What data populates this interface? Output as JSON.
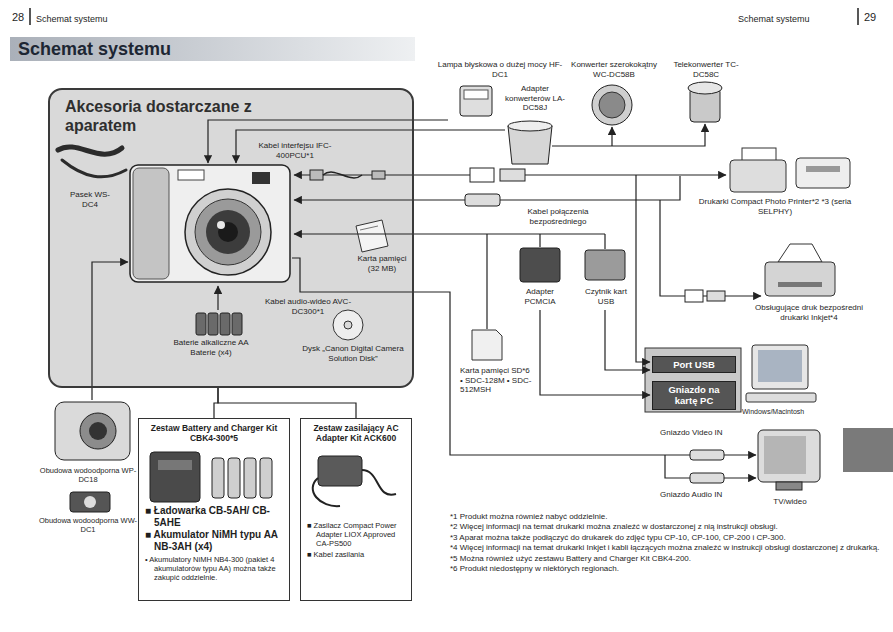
{
  "diagram": {
    "title": "Schemat systemu",
    "nodes": [
      {
        "text": [
          "Akcesoria dostarczane z aparatem"
        ]
      },
      {
        "text": [
          "Zestaw Battery and Charger Kit CBK4-300*5",
          "■ Ładowarka CB-5AH/ CB-5AHE",
          "■ Akumulator NiMH typu AA NB-3AH (x4)",
          "• Akumulatory NiMH NB4-300 (pakiet 4 akumulatorów typu AA) można także zakupić oddzielnie."
        ]
      },
      {
        "text": [
          "Zestaw zasilający AC Adapter Kit ACK600",
          "■ Zasilacz Compact Power Adapter LIOX Approved CA-PS500",
          "■ Kabel zasilania"
        ]
      },
      {
        "text": [
          "Port USB"
        ]
      },
      {
        "text": [
          "Gniazdo na kartę PC"
        ]
      }
    ],
    "edges": [
      {
        "from": 1,
        "to": 0,
        "arrow": "none"
      },
      {
        "from": 2,
        "to": 0,
        "arrow": "none"
      }
    ],
    "labels": [
      "28",
      "Schemat systemu",
      "Schemat systemu",
      "29",
      "Pasek WS-DC4",
      "Kabel interfejsu IFC-400PCU*1",
      "Karta pamięci (32 MB)",
      "Kabel audio-wideo AVC-DC300*1",
      "Baterie alkaliczne AA Baterie (x4)",
      "Dysk „Canon Digital Camera Solution Disk”",
      "Lampa błyskowa o dużej mocy HF-DC1",
      "Adapter konwerterów LA-DC58J",
      "Konwerter szerokokątny WC-DC58B",
      "Telekonwerter TC-DC58C",
      "Drukarki Compact Photo Printer*2 *3 (seria SELPHY)",
      "Kabel połączenia bezpośredniego",
      "Adapter PCMCIA",
      "Czytnik kart USB",
      "Obsługujące druk bezpośredni drukarki Inkjet*4",
      "Karta pamięci SD*6 • SDC-128M • SDC-512MSH",
      "Windows/Macintosh",
      "Gniazdo Video IN",
      "Gniazdo Audio IN",
      "TV/wideo",
      "Obudowa wodoodporna WP-DC18",
      "Obudowa wodoodporna WW-DC1",
      "*1 Produkt można również nabyć oddzielnie.",
      "*2 Więcej informacji na temat drukarki można znaleźć w dostarczonej z nią instrukcji obsługi.",
      "*3 Aparat można także podłączyć do drukarek do zdjęć typu CP-10, CP-100, CP-200 i CP-300.",
      "*4 Więcej informacji na temat drukarki Inkjet i kabli łączących można znaleźć w instrukcji obsługi dostarczonej z drukarką.",
      "*5 Można również użyć zestawu Battery and Charger Kit CBK4-200.",
      "*6 Produkt niedostępny w niektórych regionach."
    ]
  }
}
